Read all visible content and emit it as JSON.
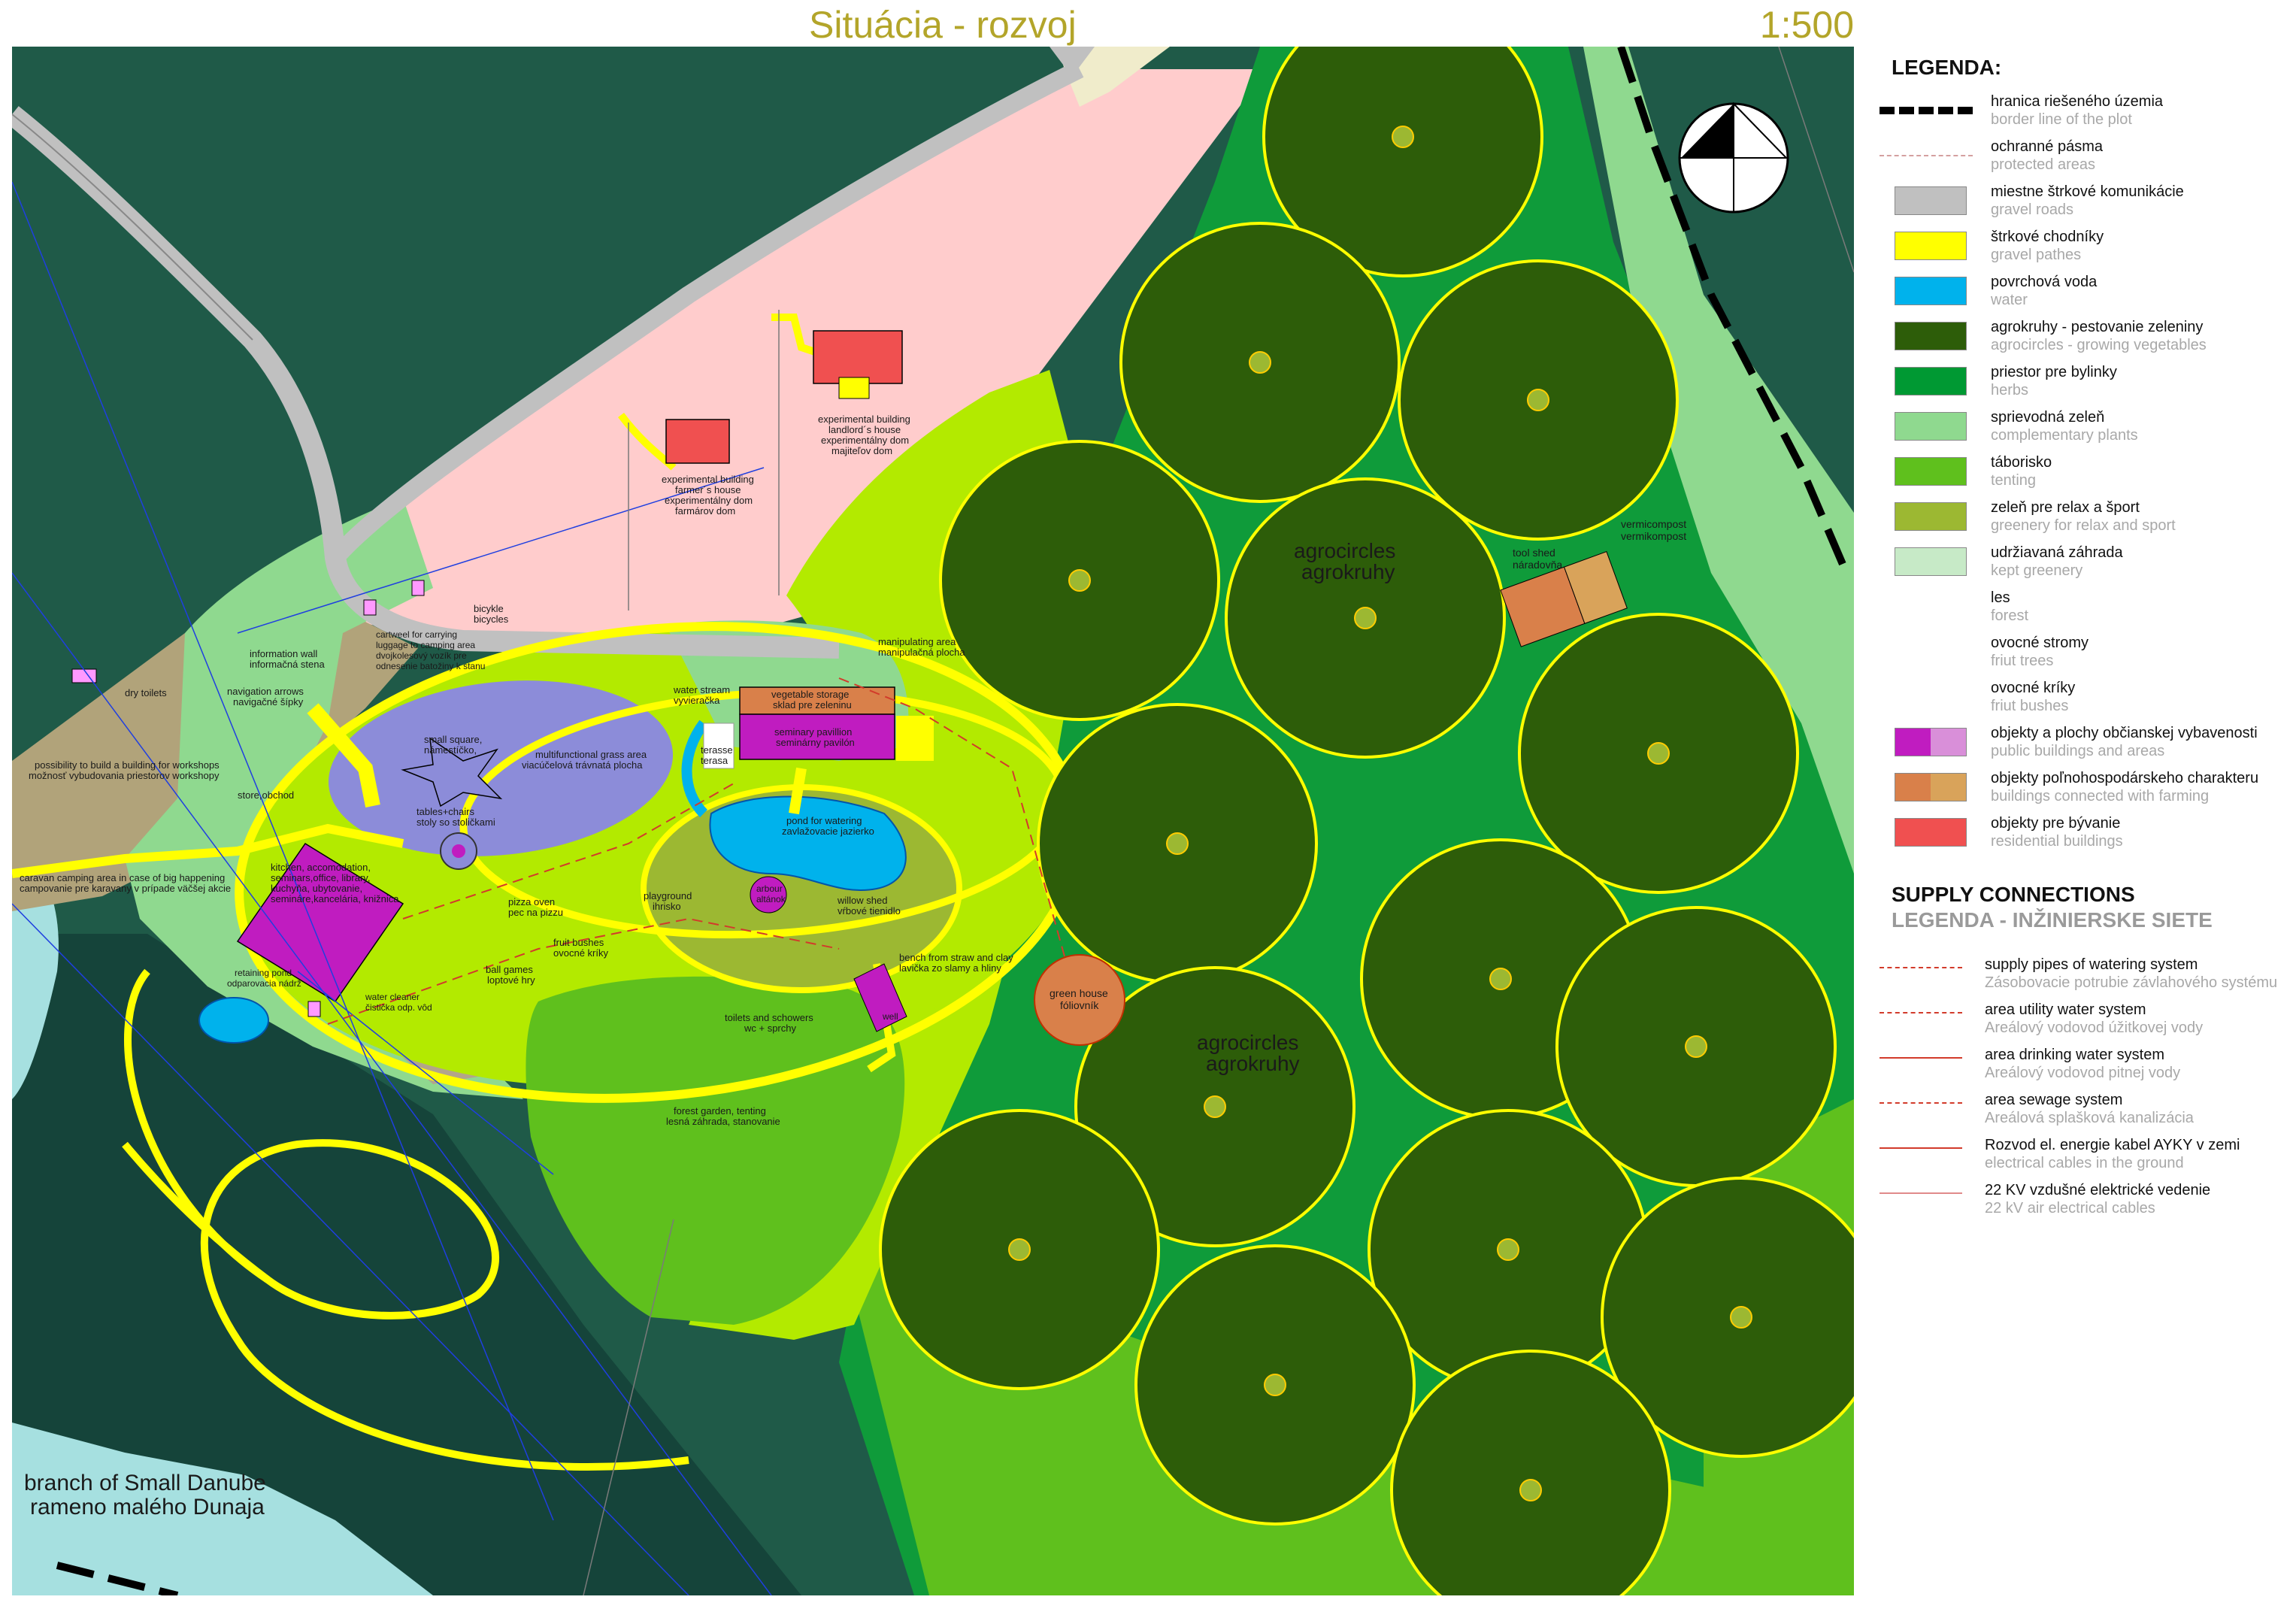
{
  "header": {
    "title": "Situácia - rozvoj",
    "scale": "1:500"
  },
  "map": {
    "labels": {
      "branch_en": "branch of Small Danube",
      "branch_sk": "rameno malého Dunaja",
      "agro1_sk": "agrocircles",
      "agro1_en": "agrokruhy",
      "agro2_sk": "agrocircles",
      "agro2_en": "agrokruhy",
      "greenhouse_en": "green house",
      "greenhouse_sk": "fóliovník",
      "tool_shed_en": "tool shed",
      "tool_shed_sk": "náradovňa",
      "vermicompost_en": "vermicompost",
      "vermicompost_sk": "vermikompost",
      "landlord_1": "experimental building",
      "landlord_2": "landlord´s house",
      "landlord_3": "experimentálny dom",
      "landlord_4": "majiteľov dom",
      "farmer_1": "experimental building",
      "farmer_2": "farmer´s house",
      "farmer_3": "experimentálny dom",
      "farmer_4": "farmárov dom",
      "manip_en": "manipulating area",
      "manip_sk": "manipulačná plocha",
      "veg_en": "vegetable storage",
      "veg_sk": "sklad pre zeleninu",
      "sem_en": "seminary pavillion",
      "sem_sk": "seminárny pavilón",
      "stream_en": "water stream",
      "stream_sk": "vyvieračka",
      "terasse_en": "terasse",
      "terasse_sk": "terasa",
      "pond_en": "pond for watering",
      "pond_sk": "zavlažovacie jazierko",
      "playground_en": "playground",
      "playground_sk": "ihrisko",
      "arbour_en": "arbour",
      "arbour_sk": "altánok",
      "willow_en": "willow shed",
      "willow_sk": "vŕbové tienidlo",
      "bench_en": "bench from straw and clay",
      "bench_sk": "lavička zo slamy a hliny",
      "toilets_en": "toilets and schowers",
      "toilets_sk": "wc + sprchy",
      "well": "well",
      "forest_en": "forest garden, tenting",
      "forest_sk": "lesná záhrada, stanovanie",
      "ball_en": "ball games",
      "ball_sk": "loptové hry",
      "fruit_en": "fruit bushes",
      "fruit_sk": "ovocné kríky",
      "pizza_en": "pizza oven",
      "pizza_sk": "pec na pizzu",
      "tables_en": "tables+chairs",
      "tables_sk": "stoly so stoličkami",
      "store": "store,obchod",
      "square_en": "small square,",
      "square_sk": "námestíčko,",
      "grass_en": "multifunctional grass area",
      "grass_sk": "viacúčelová trávnatá plocha",
      "kitchen_1": "kitchen, accomodation,",
      "kitchen_2": "seminars,office, library,",
      "kitchen_3": "kuchyňa, ubytovanie,",
      "kitchen_4": "semináre,kancelária, knižnica",
      "caravan_en": "caravan camping area in case of big happening",
      "caravan_sk": "campovanie pre karavany v prípade väčšej akcie",
      "workshop_en": "possibility to build a building for workshops",
      "workshop_sk": "možnosť vybudovania priestorov workshopy",
      "dry_toilets": "dry toilets",
      "nav_en": "navigation arrows",
      "nav_sk": "navigačné šípky",
      "info_en": "information wall",
      "info_sk": "informačná stena",
      "cart_1": "cartweel for carrying",
      "cart_2": "luggage to camping area",
      "cart_3": "dvojkolesový vozík pre",
      "cart_4": "odnesenie batožiny k stanu",
      "bicycle_en": "bicykle",
      "bicycle_sk": "bicycles",
      "retaining_en": "retaining pond",
      "retaining_sk": "odparovacia nádrž",
      "cleaner_en": "water cleaner",
      "cleaner_sk": "čistička odp. vôd"
    }
  },
  "legend": {
    "title": "LEGENDA:",
    "items": [
      {
        "title": "hranica riešeného územia",
        "sub": "border line of the plot",
        "kind": "dash-thick"
      },
      {
        "title": "ochranné pásma",
        "sub": "protected areas",
        "kind": "dash-thin"
      },
      {
        "title": "miestne štrkové komunikácie",
        "sub": "gravel roads",
        "color": "#c0c0c0"
      },
      {
        "title": "štrkové chodníky",
        "sub": "gravel pathes",
        "color": "#ffff00"
      },
      {
        "title": "povrchová voda",
        "sub": "water",
        "color": "#00b2ec"
      },
      {
        "title": "agrokruhy - pestovanie zeleniny",
        "sub": "agrocircles - growing vegetables",
        "color": "#2d5d09"
      },
      {
        "title": "priestor pre bylinky",
        "sub": "herbs",
        "color": "#009933"
      },
      {
        "title": "sprievodná zeleň",
        "sub": "complementary plants",
        "color": "#8fd98f"
      },
      {
        "title": "táborisko",
        "sub": "tenting",
        "color": "#5fc01d"
      },
      {
        "title": "zeleň pre relax a šport",
        "sub": "greenery for relax and sport",
        "color": "#9cb832"
      },
      {
        "title": "udržiavaná záhrada",
        "sub": "kept greenery",
        "color": "#c7eac7"
      },
      {
        "title": "les",
        "sub": "forest",
        "kind": "none"
      },
      {
        "title": "ovocné stromy",
        "sub": "friut trees",
        "kind": "none"
      },
      {
        "title": "ovocné kríky",
        "sub": "friut bushes",
        "kind": "none"
      },
      {
        "title": "objekty a plochy občianskej vybavenosti",
        "sub": "public buildings and areas",
        "color": "#c01cc0",
        "color2": "#d98fd9"
      },
      {
        "title": "objekty poľnohospodárskeho charakteru",
        "sub": "buildings connected with farming",
        "color": "#d9804a",
        "color2": "#d9a35a"
      },
      {
        "title": "objekty pre bývanie",
        "sub": "residential buildings",
        "color": "#f05050"
      }
    ],
    "supply_title": "SUPPLY CONNECTIONS",
    "supply_subtitle": "LEGENDA - INŽINIERSKE SIETE",
    "supply_items": [
      {
        "title": "supply pipes of watering system",
        "sub": "Zásobovacie potrubie závlahového systému"
      },
      {
        "title": "area utility water system",
        "sub": "Areálový vodovod úžitkovej vody"
      },
      {
        "title": "area drinking water system",
        "sub": "Areálový vodovod pitnej vody"
      },
      {
        "title": "area sewage system",
        "sub": "Areálová splašková kanalizácia"
      },
      {
        "title": "Rozvod el. energie kabel AYKY v zemi",
        "sub": "electrical cables in the ground"
      },
      {
        "title": "22 KV vzdušné elektrické vedenie",
        "sub": "22 kV air electrical cables"
      }
    ]
  }
}
